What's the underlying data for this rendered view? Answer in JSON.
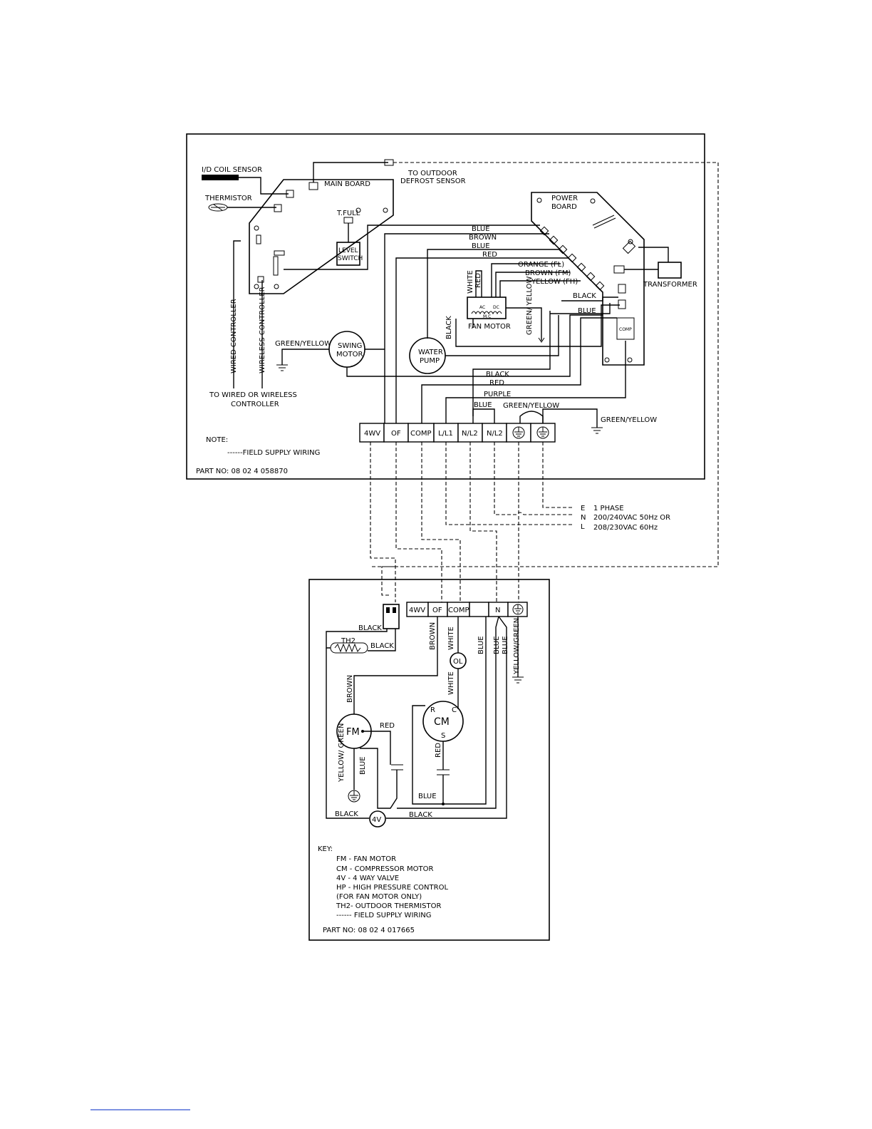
{
  "indoor": {
    "labels": {
      "coil_sensor": "I/D COIL SENSOR",
      "thermistor": "THERMISTOR",
      "main_board": "MAIN BOARD",
      "outdoor_sensor_1": "TO OUTDOOR",
      "outdoor_sensor_2": "DEFROST SENSOR",
      "t_full": "T.FULL",
      "level_1": "LEVEL",
      "level_2": "SWITCH",
      "power_board_1": "POWER",
      "power_board_2": "BOARD",
      "transformer": "TRANSFORMER",
      "fan_motor": "FAN MOTOR",
      "fan_ac": "AC",
      "fan_dc": "DC",
      "fan_mc": "M.C",
      "swing_1": "SWING",
      "swing_2": "MOTOR",
      "pump_1": "WATER",
      "pump_2": "PUMP",
      "wired_controller": "WIRED CONTROLLER",
      "wireless_controller": "WIRELESS CONTROLLER",
      "to_controller_1": "TO WIRED OR WIRELESS",
      "to_controller_2": "CONTROLLER",
      "note": "NOTE:",
      "note_field": "------FIELD SUPPLY   WIRING",
      "part_no": "PART NO: 08  02  4  058870",
      "comp": "COMP"
    },
    "wires": {
      "blue_1": "BLUE",
      "brown": "BROWN",
      "blue_2": "BLUE",
      "red": "RED",
      "orange_fl": "ORANGE (FL)",
      "brown_fm": "BROWN (FM)",
      "yellow_fh": "YELLOW (FH)",
      "black_1": "BLACK",
      "blue_3": "BLUE",
      "white": "WHITE",
      "red_v": "RED",
      "black_v": "BLACK",
      "green_yellow_v": "GREEN/ YELLOW",
      "green_yellow_swing": "GREEN/YELLOW",
      "black_2": "BLACK",
      "red_2": "RED",
      "purple": "PURPLE",
      "blue_4": "BLUE",
      "green_yellow_tb": "GREEN/YELLOW",
      "green_yellow_out": "GREEN/YELLOW"
    },
    "terminals": [
      "4WV",
      "OF",
      "COMP",
      "L/L1",
      "N/L2",
      "N/L2"
    ]
  },
  "supply": {
    "e": "E",
    "n": "N",
    "l": "L",
    "phase": "1 PHASE",
    "line1": "200/240VAC  50Hz  OR",
    "line2": "208/230VAC  60Hz"
  },
  "outdoor": {
    "terminals": [
      "4WV",
      "OF",
      "COMP",
      "",
      "N"
    ],
    "labels": {
      "th2": "TH2",
      "fm": "FM",
      "cm": "CM",
      "r": "R",
      "c": "C",
      "s": "S",
      "ol": "OL",
      "four_v": "4V",
      "part_no": "PART NO: 08  02  4  017665"
    },
    "wires": {
      "black_1": "BLACK",
      "black_2": "BLACK",
      "brown_1": "BROWN",
      "white_1": "WHITE",
      "blue_a": "BLUE",
      "blue_b": "BLUE",
      "blue_c": "BLUE",
      "yellow_green": "YELLOW/GREEN",
      "brown_2": "BROWN",
      "white_2": "WHITE",
      "red_1": "RED",
      "red_2": "RED",
      "yellow_green_fm": "YELLOW/ GREEN",
      "blue_fm": "BLUE",
      "blue_bottom": "BLUE",
      "black_3": "BLACK",
      "black_4": "BLACK"
    },
    "key": {
      "title": "KEY:",
      "items": [
        "FM  -  FAN  MOTOR",
        "CM  -  COMPRESSOR  MOTOR",
        "4V  -  4  WAY  VALVE",
        "HP  -  HIGH  PRESSURE  CONTROL",
        "(FOR  FAN  MOTOR  ONLY)",
        "TH2-  OUTDOOR  THERMISTOR",
        "------  FIELD  SUPPLY  WIRING"
      ]
    }
  }
}
